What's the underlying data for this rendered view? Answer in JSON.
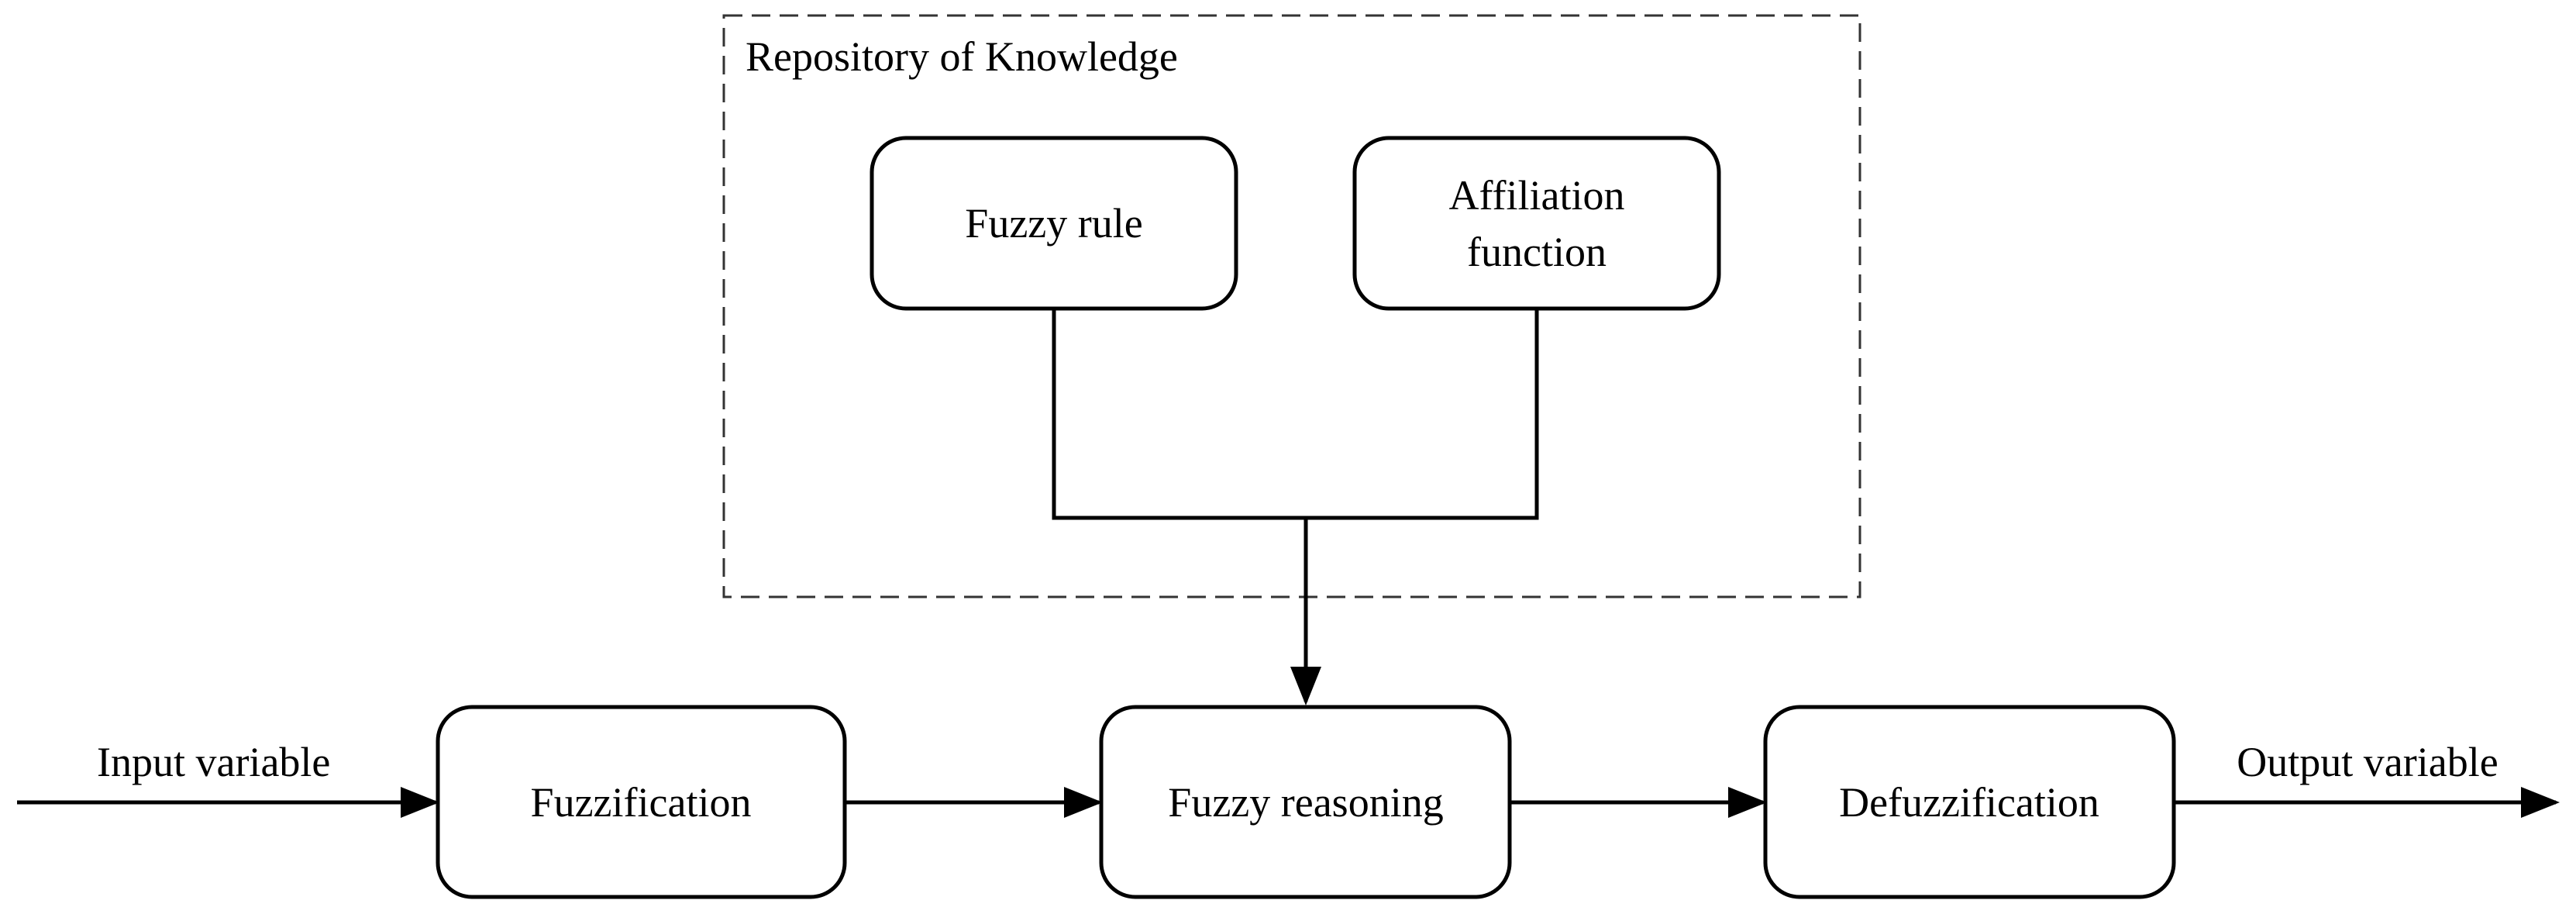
{
  "diagram": {
    "knowledge_group": {
      "label": "Repository of Knowledge"
    },
    "nodes": {
      "fuzzy_rule": {
        "label": "Fuzzy rule"
      },
      "affiliation_function": {
        "label_line1": "Affiliation",
        "label_line2": "function"
      },
      "fuzzification": {
        "label": "Fuzzification"
      },
      "fuzzy_reasoning": {
        "label": "Fuzzy reasoning"
      },
      "defuzzification": {
        "label": "Defuzzification"
      }
    },
    "input_label": "Input variable",
    "output_label": "Output variable"
  }
}
